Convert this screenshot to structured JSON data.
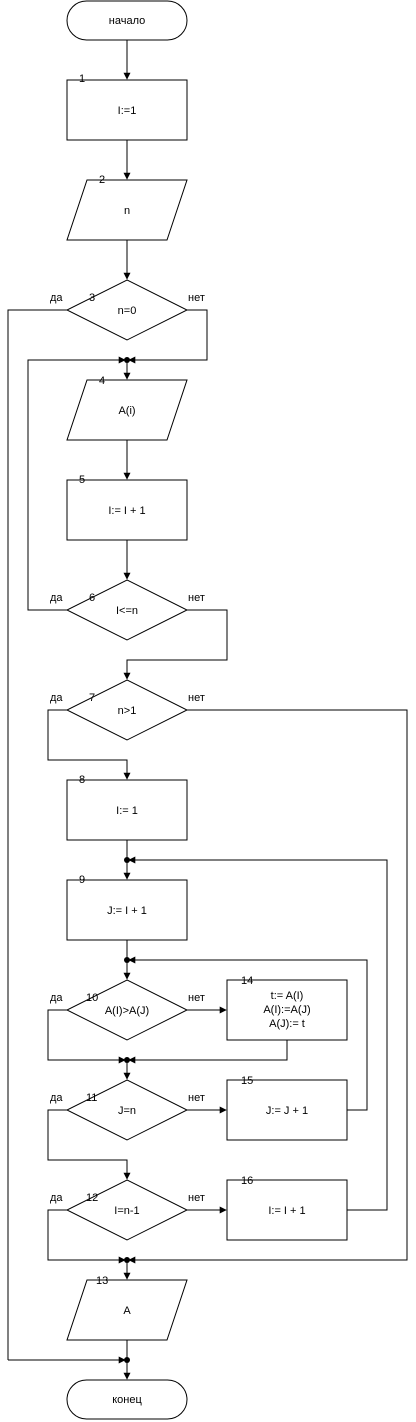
{
  "flowchart": {
    "start": "начало",
    "end": "конец",
    "blocks": [
      {
        "num": "1",
        "text": "I:=1"
      },
      {
        "num": "2",
        "text": "n"
      },
      {
        "num": "3",
        "text": "n=0"
      },
      {
        "num": "4",
        "text": "A(i)"
      },
      {
        "num": "5",
        "text": "I:= I + 1"
      },
      {
        "num": "6",
        "text": "I<=n"
      },
      {
        "num": "7",
        "text": "n>1"
      },
      {
        "num": "8",
        "text": "I:= 1"
      },
      {
        "num": "9",
        "text": "J:= I + 1"
      },
      {
        "num": "10",
        "text": "A(I)>A(J)"
      },
      {
        "num": "11",
        "text": "J=n"
      },
      {
        "num": "12",
        "text": "I=n-1"
      },
      {
        "num": "13",
        "text": "A"
      },
      {
        "num": "14",
        "lines": [
          "t:= A(I)",
          "A(I):=A(J)",
          "A(J):= t"
        ]
      },
      {
        "num": "15",
        "text": "J:= J + 1"
      },
      {
        "num": "16",
        "text": "I:= I + 1"
      }
    ],
    "yes_label": "да",
    "no_label": "нет"
  }
}
